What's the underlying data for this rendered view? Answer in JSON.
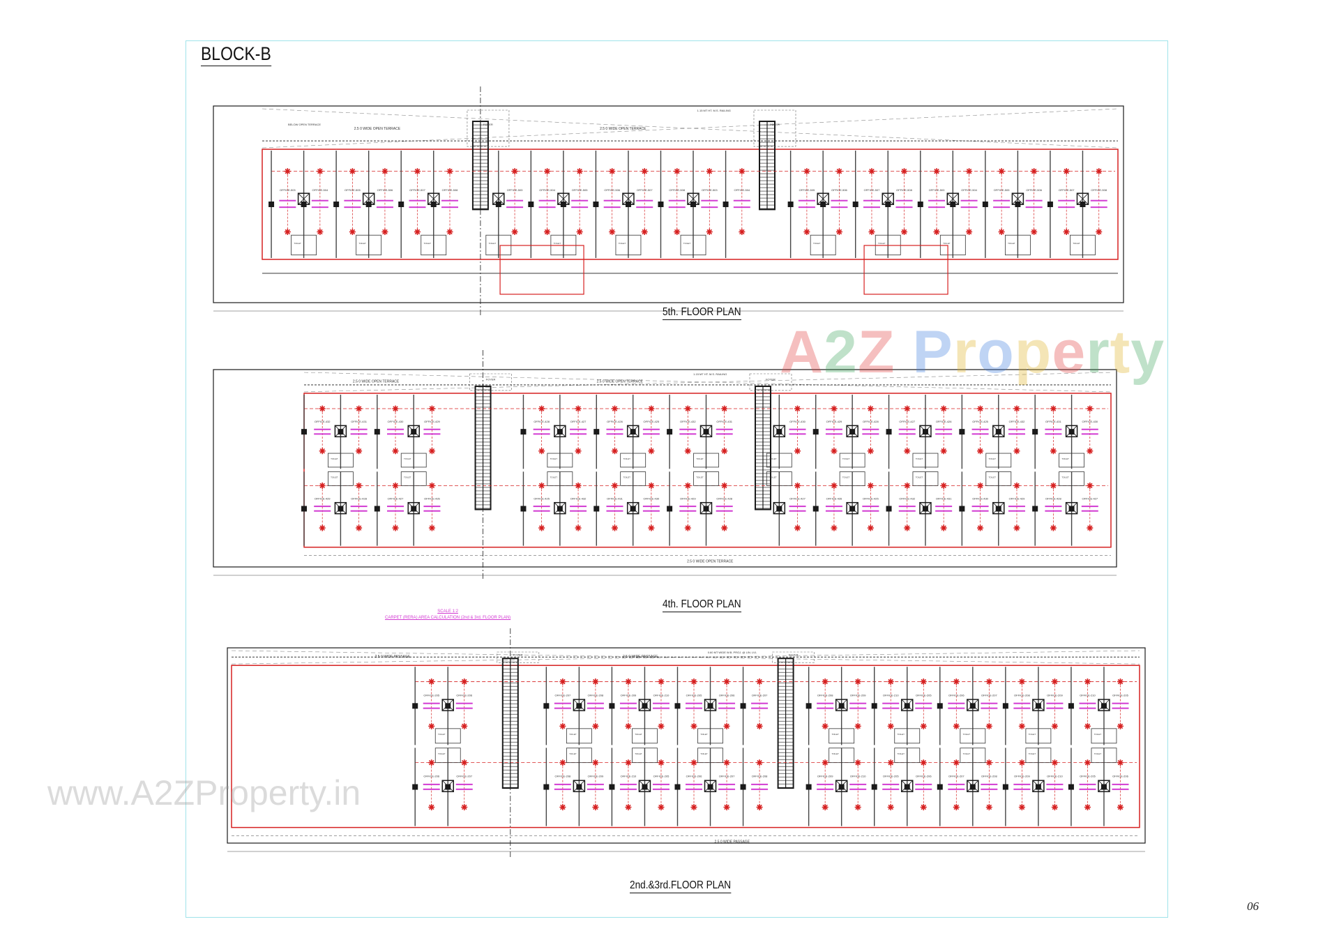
{
  "title": "BLOCK-B",
  "page_number": "06",
  "watermark": {
    "logo_text": "A2Z Property",
    "url_text": "www.A2ZProperty.in"
  },
  "colors": {
    "frame": "#9fe3ea",
    "wall": "#1a1a1a",
    "boundary": "#d62020",
    "carpet_label": "#d23ad2"
  },
  "scale_note": {
    "scale": "SCALE 1:2",
    "caption": "CARPET (RERA) AREA CALCULATION (2nd & 3rd. FLOOR PLAN)"
  },
  "plans": [
    {
      "title": "5th. FLOOR PLAN",
      "terrace_label": "2.5 0 WIDE OPEN TERRACE",
      "below_label": "BELOW OPEN TERRACE",
      "foyer_label": "FOYER",
      "toilet_label": "TOILET",
      "railing_label": "1.15 MT HT. M.S. RAILING",
      "offices": [
        "OFFICE-503",
        "OFFICE-504",
        "OFFICE-505",
        "OFFICE-506",
        "OFFICE-507",
        "OFFICE-508"
      ]
    },
    {
      "title": "4th. FLOOR PLAN",
      "terrace_label": "2.5 0 WIDE OPEN TERRACE",
      "foyer_label": "FOYER",
      "toilet_label": "TOILET",
      "railing_label": "1.15 MT HT. M.S. RAILING",
      "offices": [
        "OFFICE-432",
        "OFFICE-431",
        "OFFICE-430",
        "OFFICE-429",
        "OFFICE-428",
        "OFFICE-427",
        "OFFICE-426",
        "OFFICE-425"
      ]
    },
    {
      "title": "2nd.&3rd.FLOOR PLAN",
      "terrace_label": "2.5 0 WIDE PASSAGE",
      "foyer_label": "FOYER",
      "toilet_label": "TOILET",
      "railing_label": "0.60 MT WIDE W.B. PROJ. @ LIN. LVL",
      "offices": [
        "OFFICE-205",
        "OFFICE-206",
        "OFFICE-207",
        "OFFICE-208",
        "OFFICE-209",
        "OFFICE-210"
      ]
    }
  ]
}
